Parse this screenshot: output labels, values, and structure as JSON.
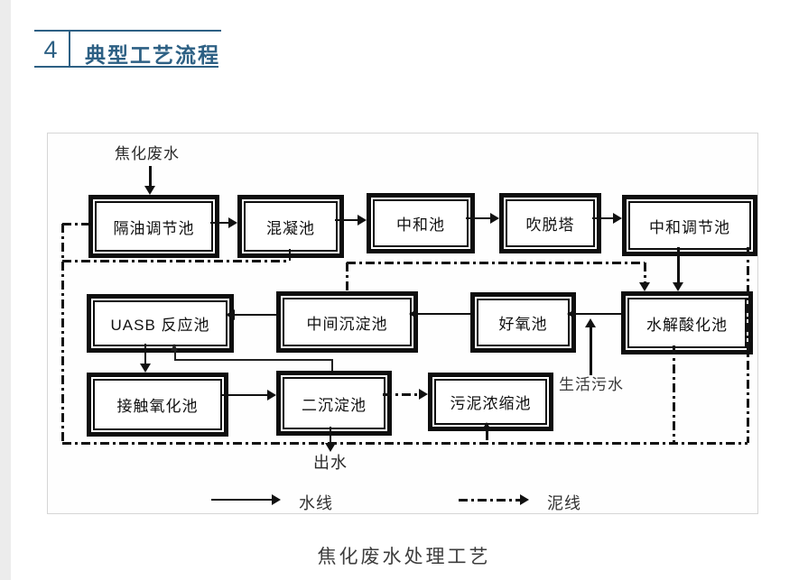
{
  "header": {
    "number": "4",
    "title": "典型工艺流程"
  },
  "diagram": {
    "input_label": "焦化废水",
    "boxes": [
      {
        "label": "隔油调节池"
      },
      {
        "label": "混凝池"
      },
      {
        "label": "中和池"
      },
      {
        "label": "吹脱塔"
      },
      {
        "label": "中和调节池"
      },
      {
        "label": "UASB 反应池"
      },
      {
        "label": "中间沉淀池"
      },
      {
        "label": "好氧池"
      },
      {
        "label": "水解酸化池"
      },
      {
        "label": "接触氧化池"
      },
      {
        "label": "二沉淀池"
      },
      {
        "label": "污泥浓缩池"
      }
    ],
    "labels": {
      "domestic_sewage": "生活污水",
      "effluent": "出水"
    },
    "legend": {
      "water_line": "水线",
      "sludge_line": "泥线"
    },
    "caption": "焦化废水处理工艺"
  },
  "colors": {
    "accent": "#2d6084",
    "line": "#111111"
  }
}
